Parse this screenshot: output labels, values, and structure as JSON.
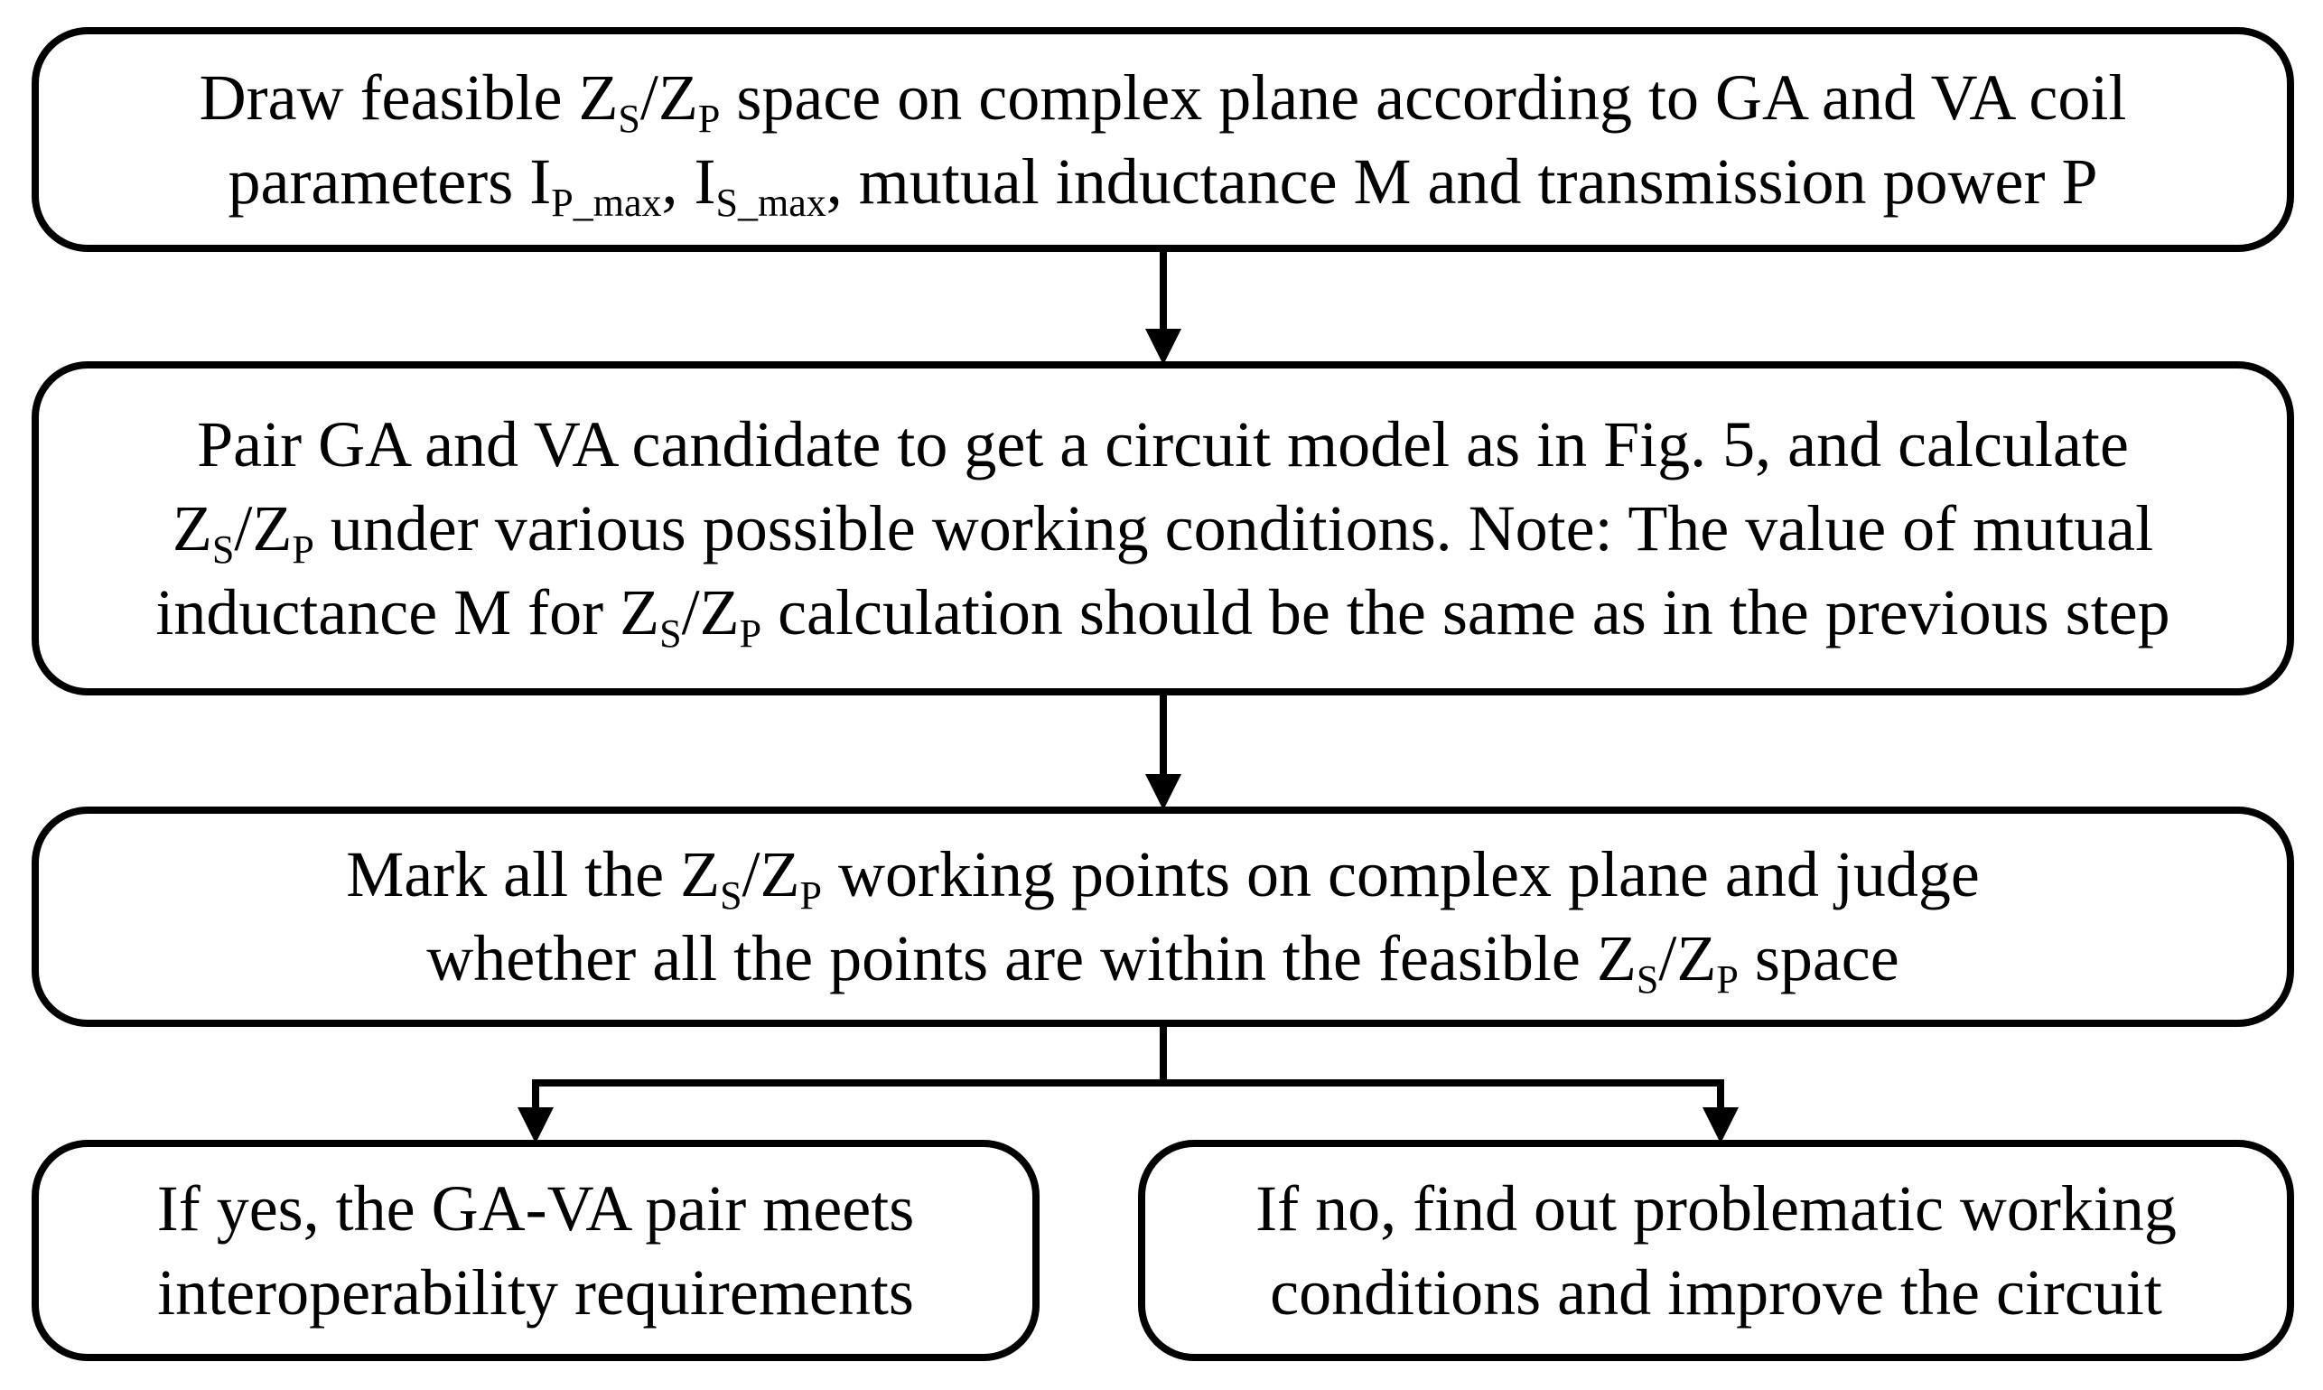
{
  "steps": [
    {
      "lines": [
        [
          "Draw feasible Z",
          {
            "sub": "S"
          },
          "/Z",
          {
            "sub": "P"
          },
          " space on complex plane according to GA and VA coil"
        ],
        [
          "parameters I",
          {
            "sub": "P_max"
          },
          ", I",
          {
            "sub": "S_max"
          },
          ", mutual inductance M and transmission power P"
        ]
      ]
    },
    {
      "lines": [
        [
          "Pair GA and VA candidate to get a circuit model as in Fig. 5, and calculate"
        ],
        [
          "Z",
          {
            "sub": "S"
          },
          "/Z",
          {
            "sub": "P"
          },
          " under various possible working conditions. Note: The value of mutual"
        ],
        [
          "inductance M for Z",
          {
            "sub": "S"
          },
          "/Z",
          {
            "sub": "P"
          },
          " calculation should be the same as in the previous step"
        ]
      ]
    },
    {
      "lines": [
        [
          "Mark all the Z",
          {
            "sub": "S"
          },
          "/Z",
          {
            "sub": "P"
          },
          " working points on complex plane and judge"
        ],
        [
          "whether all the points are within the feasible Z",
          {
            "sub": "S"
          },
          "/Z",
          {
            "sub": "P"
          },
          " space"
        ]
      ]
    }
  ],
  "outcomes": [
    {
      "lines": [
        [
          "If yes, the GA-VA pair meets"
        ],
        [
          "interoperability requirements"
        ]
      ]
    },
    {
      "lines": [
        [
          "If no, find out problematic working"
        ],
        [
          "conditions and improve the circuit"
        ]
      ]
    }
  ]
}
